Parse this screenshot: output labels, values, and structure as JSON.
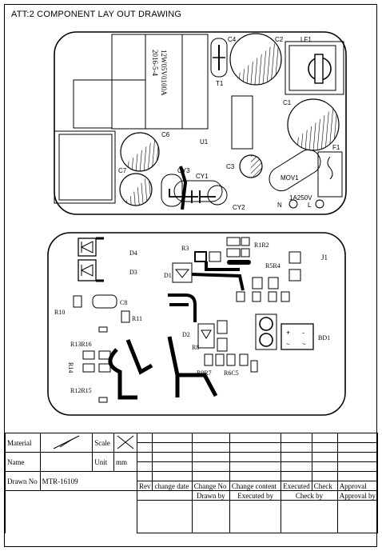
{
  "document": {
    "title": "ATT:2  COMPONENT LAY OUT DRAWING"
  },
  "top_board": {
    "chip_label_line1": "12W05V0100A",
    "chip_label_line2": "2016-5-4",
    "components": {
      "C4": "C4",
      "C2": "C2",
      "LF1": "LF1",
      "T1": "T1",
      "C1": "C1",
      "C6": "C6",
      "U1": "U1",
      "F1": "F1",
      "C7": "C7",
      "CY3": "CY3",
      "CY1": "CY1",
      "C3": "C3",
      "MOV1": "MOV1",
      "CY2": "CY2",
      "N": "N",
      "L": "L",
      "fuse_rating": "1A250V"
    }
  },
  "bottom_board": {
    "components": {
      "D4": "D4",
      "D3": "D3",
      "R3": "R3",
      "R1R2": "R1R2",
      "D1": "D1",
      "R5R4": "R5R4",
      "J1": "J1",
      "R10": "R10",
      "C8": "C8",
      "R11": "R11",
      "D2": "D2",
      "R13R16": "R13R16",
      "R8": "R8",
      "BD1": "BD1",
      "R14": "R14",
      "R6C5": "R6C5",
      "R9R7": "R9R7",
      "R12R15": "R12R15"
    }
  },
  "title_block": {
    "material_label": "Material",
    "scale_label": "Scale",
    "name_label": "Name",
    "unit_label": "Unit",
    "unit_value": "mm",
    "drawn_no_label": "Drawn No",
    "drawn_no_value": "MTR-16109",
    "rev_headers": [
      "Rev",
      "change date",
      "Change No",
      "Change content",
      "Executed",
      "Check",
      "Approval"
    ],
    "sign_headers": [
      "Drawn by",
      "Executed by",
      "Check by",
      "Approval by"
    ]
  }
}
